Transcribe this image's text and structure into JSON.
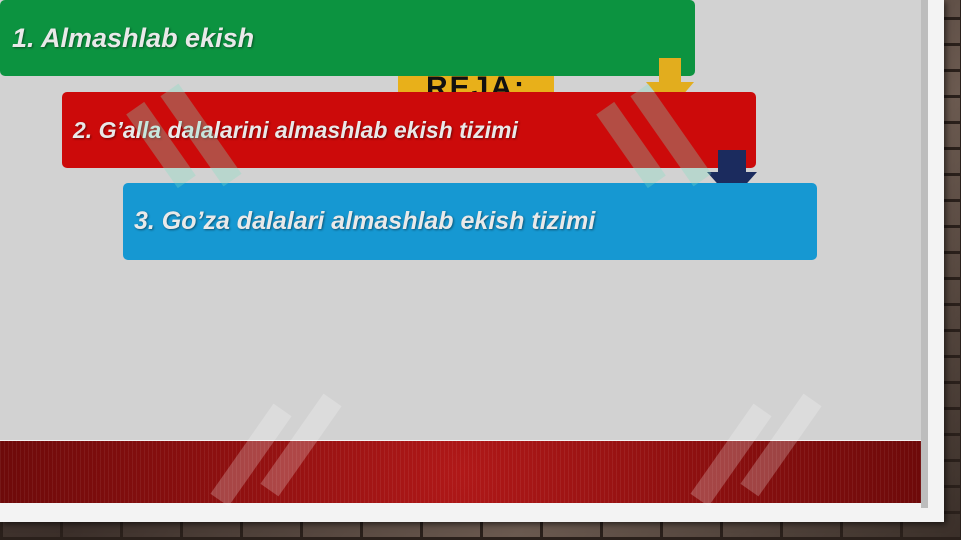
{
  "slide": {
    "plan_label": "REJA:",
    "items": [
      {
        "label": "1. Almashlab ekish",
        "color": "#0c9340"
      },
      {
        "label": "2. G’alla dalalarini almashlab ekish tizimi",
        "color": "#cc0a0a"
      },
      {
        "label": "3. Go’za dalalari almashlab ekish tizimi",
        "color": "#1698d2"
      }
    ],
    "arrows": [
      {
        "icon": "arrow-down-icon",
        "color": "#e2ad1e"
      },
      {
        "icon": "arrow-down-icon",
        "color": "#1b2b5e"
      }
    ],
    "footer_band_color": "#8e1010",
    "watermark_icon": "logo-watermark-icon"
  }
}
